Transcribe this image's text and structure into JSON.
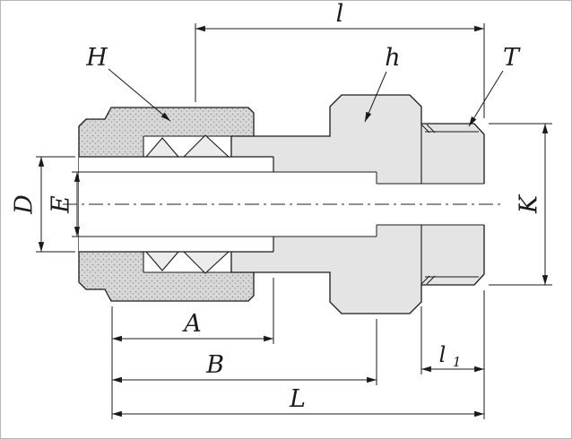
{
  "figure": {
    "title": "Male connector tube fitting sectional dimension drawing",
    "labels": {
      "top_length": "l",
      "nut_hex": "H",
      "body_hex": "h",
      "thread": "T",
      "tube_hole": "D",
      "bore": "E",
      "thread_od": "K",
      "dim_a": "A",
      "dim_b": "B",
      "thread_len_base": "l",
      "thread_len_sub": "1",
      "overall_length": "L"
    },
    "colors": {
      "line": "#1a1a1a",
      "body_fill": "#e4e4e4",
      "nut_fill": "#d8d8d8",
      "nut_dot": "#8f8f8f",
      "ferrule_fill": "#ececec",
      "background": "#ffffff",
      "frame": "#b5b5b5"
    }
  }
}
